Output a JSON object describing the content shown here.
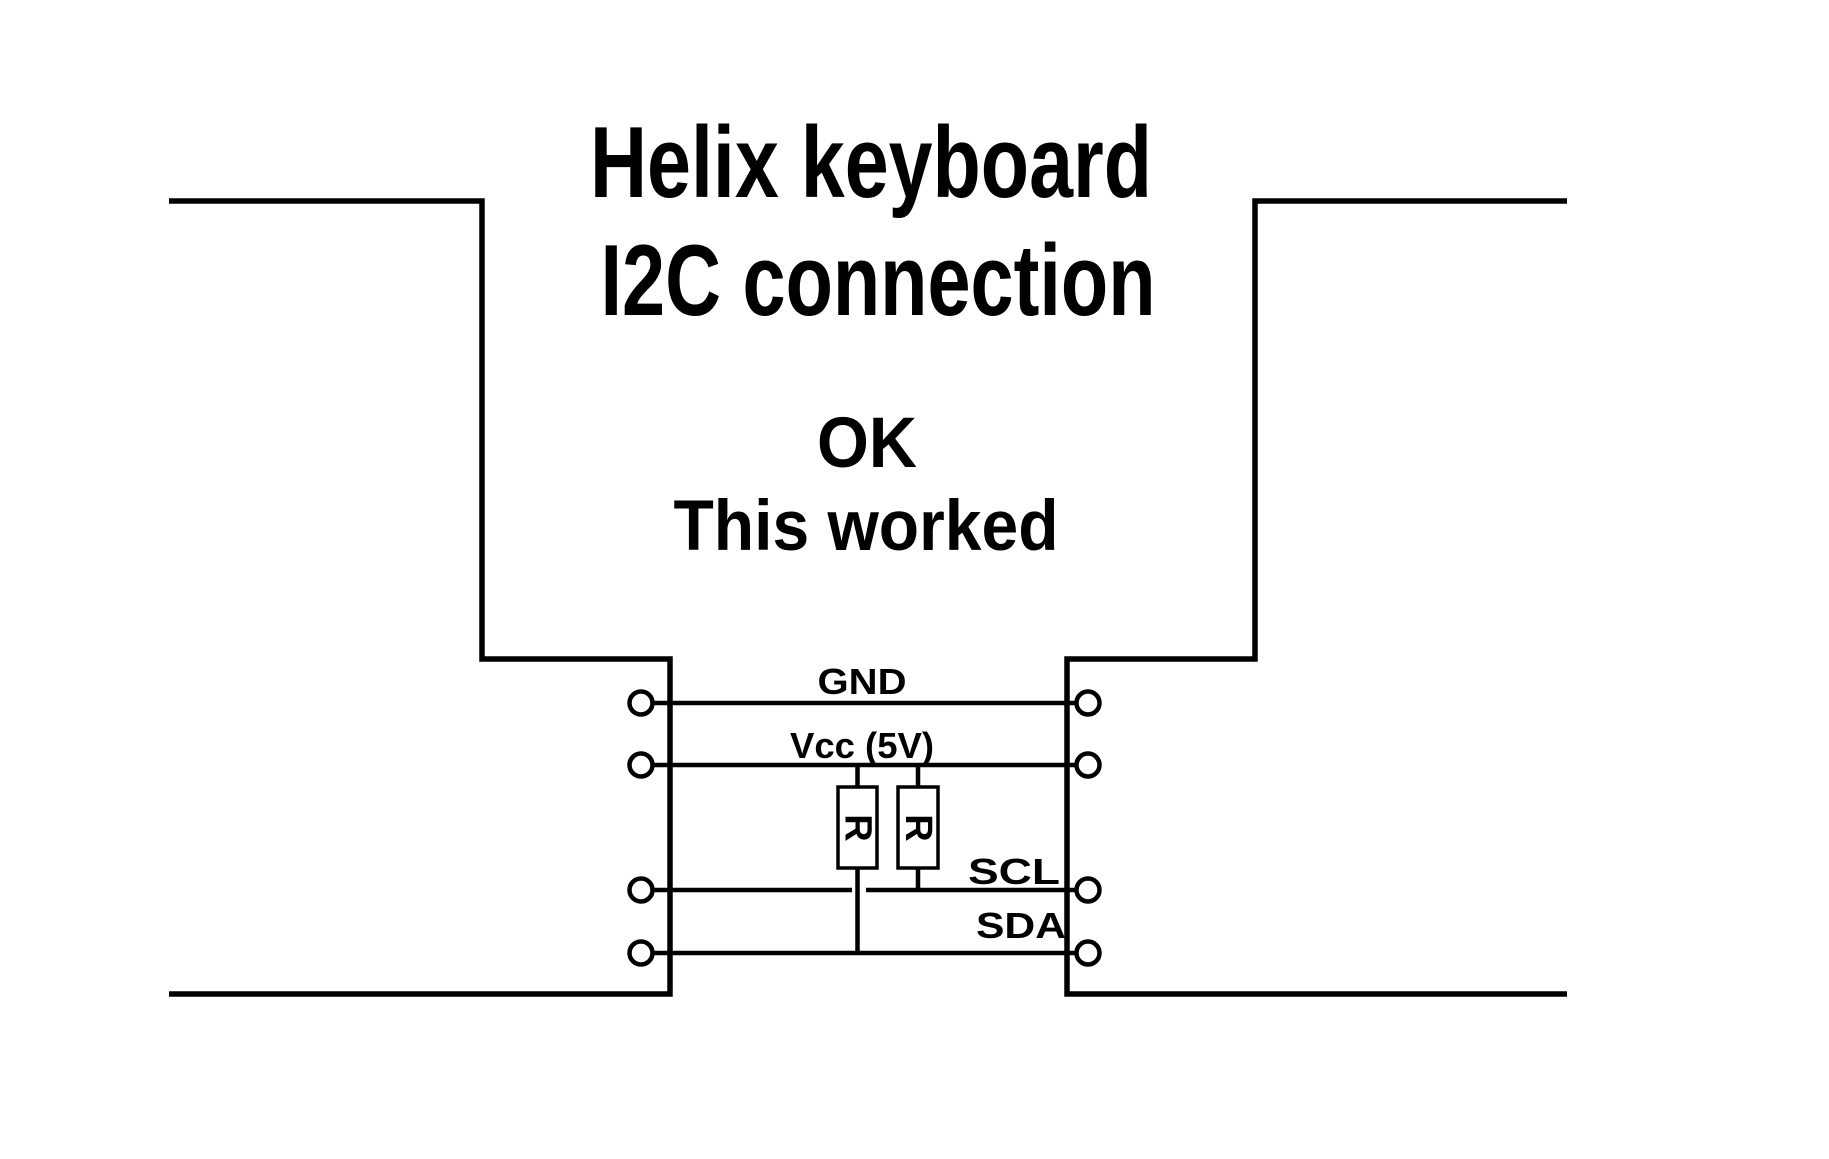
{
  "diagram": {
    "colors": {
      "ink": "#000000",
      "background": "#ffffff"
    },
    "title": {
      "line1": "Helix keyboard",
      "line2": "I2C connection"
    },
    "status": {
      "line1": "OK",
      "line2": "This worked"
    },
    "wire_labels": {
      "gnd": "GND",
      "vcc": "Vcc (5V)",
      "scl": "SCL",
      "sda": "SDA"
    },
    "resistor_labels": {
      "sda_pullup": "R",
      "scl_pullup": "R"
    }
  }
}
